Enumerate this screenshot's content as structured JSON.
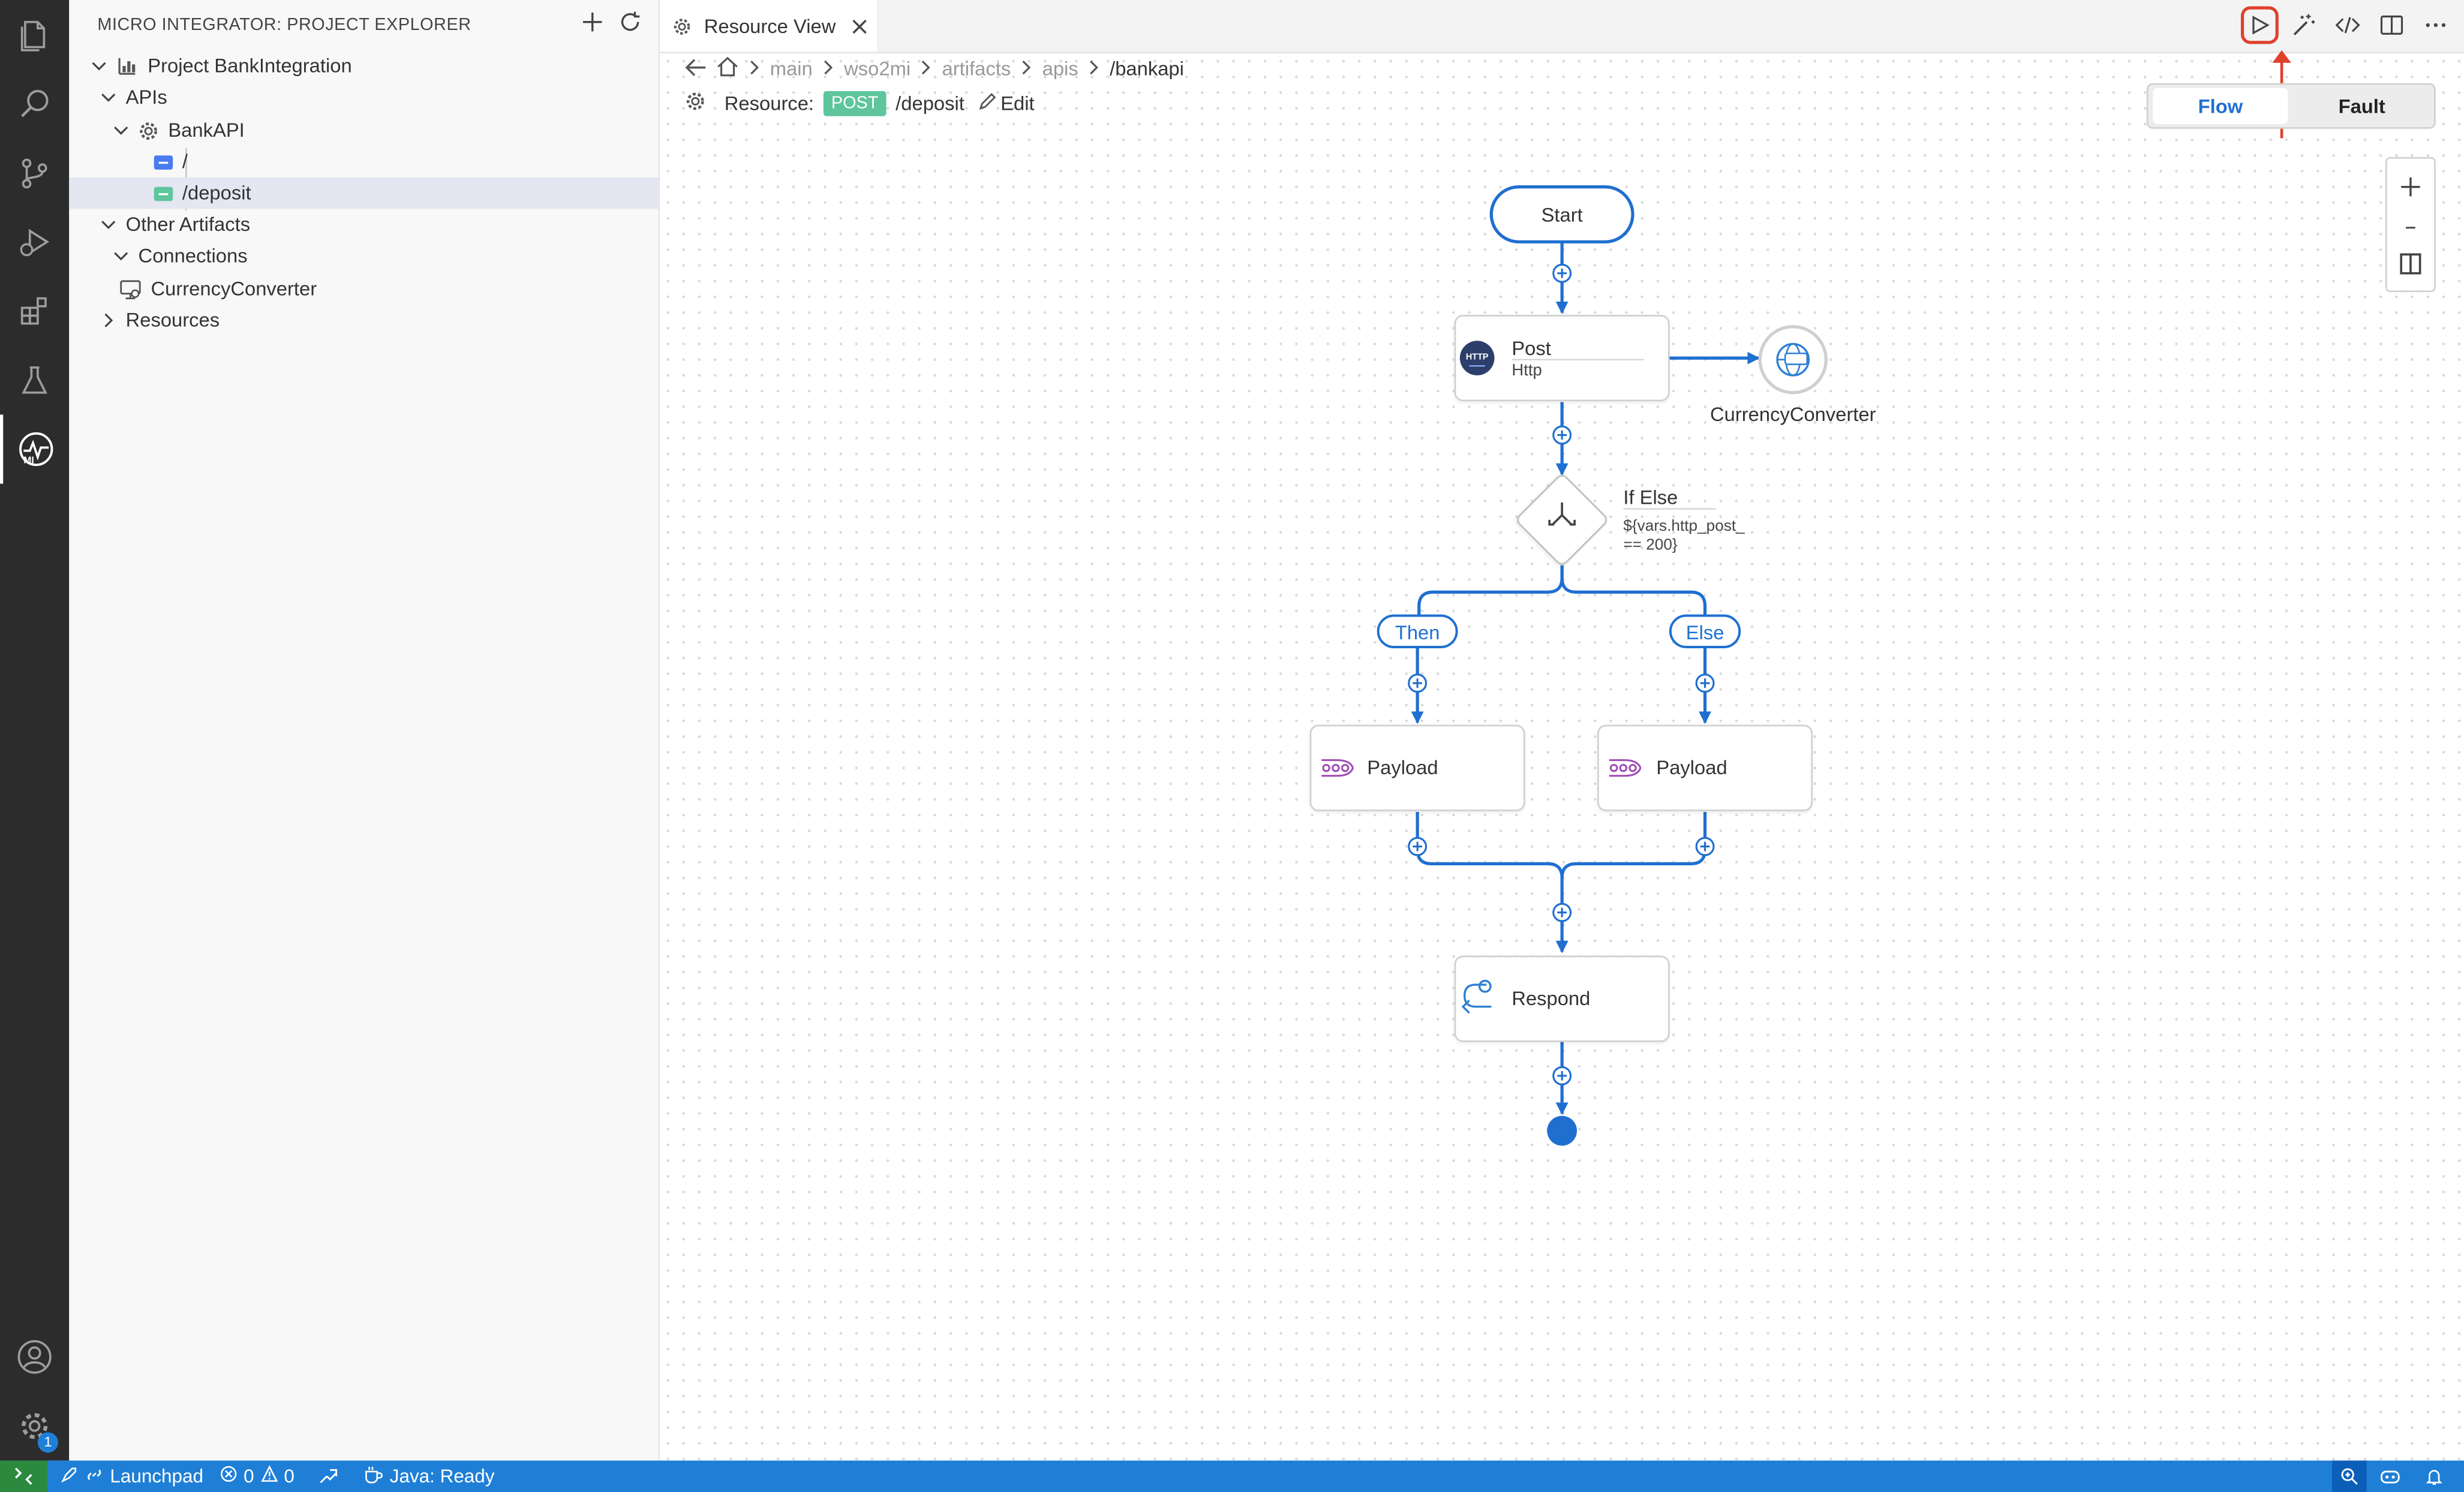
{
  "sidebar": {
    "title": "MICRO INTEGRATOR: PROJECT EXPLORER",
    "tree": {
      "project": "Project BankIntegration",
      "apis": "APIs",
      "bank_api": "BankAPI",
      "root_resource": "/",
      "deposit_resource": "/deposit",
      "other_artifacts": "Other Artifacts",
      "connections": "Connections",
      "currency_converter": "CurrencyConverter",
      "resources": "Resources"
    }
  },
  "activity_bar": {
    "settings_badge": "1"
  },
  "editor": {
    "tab_title": "Resource View",
    "breadcrumb": [
      "main",
      "wso2mi",
      "artifacts",
      "apis"
    ],
    "breadcrumb_current": "/bankapi",
    "resource_label": "Resource:",
    "method": "POST",
    "path": "/deposit",
    "edit_label": "Edit",
    "toggle": {
      "flow": "Flow",
      "fault": "Fault"
    }
  },
  "flow": {
    "start": "Start",
    "post_title": "Post",
    "post_subtitle": "Http",
    "http_icon_text": "HTTP",
    "connection": "CurrencyConverter",
    "if_else_title": "If Else",
    "if_else_cond_1": "${vars.http_post_",
    "if_else_cond_2": "== 200}",
    "then_label": "Then",
    "else_label": "Else",
    "payload_then": "Payload",
    "payload_else": "Payload",
    "respond": "Respond"
  },
  "statusbar": {
    "launchpad": "Launchpad",
    "errors": "0",
    "warnings": "0",
    "java": "Java: Ready"
  },
  "colors": {
    "accent": "#1f6fd0",
    "status": "#1f7fd6",
    "post_badge": "#5ec59c",
    "highlight": "#e0412d"
  }
}
